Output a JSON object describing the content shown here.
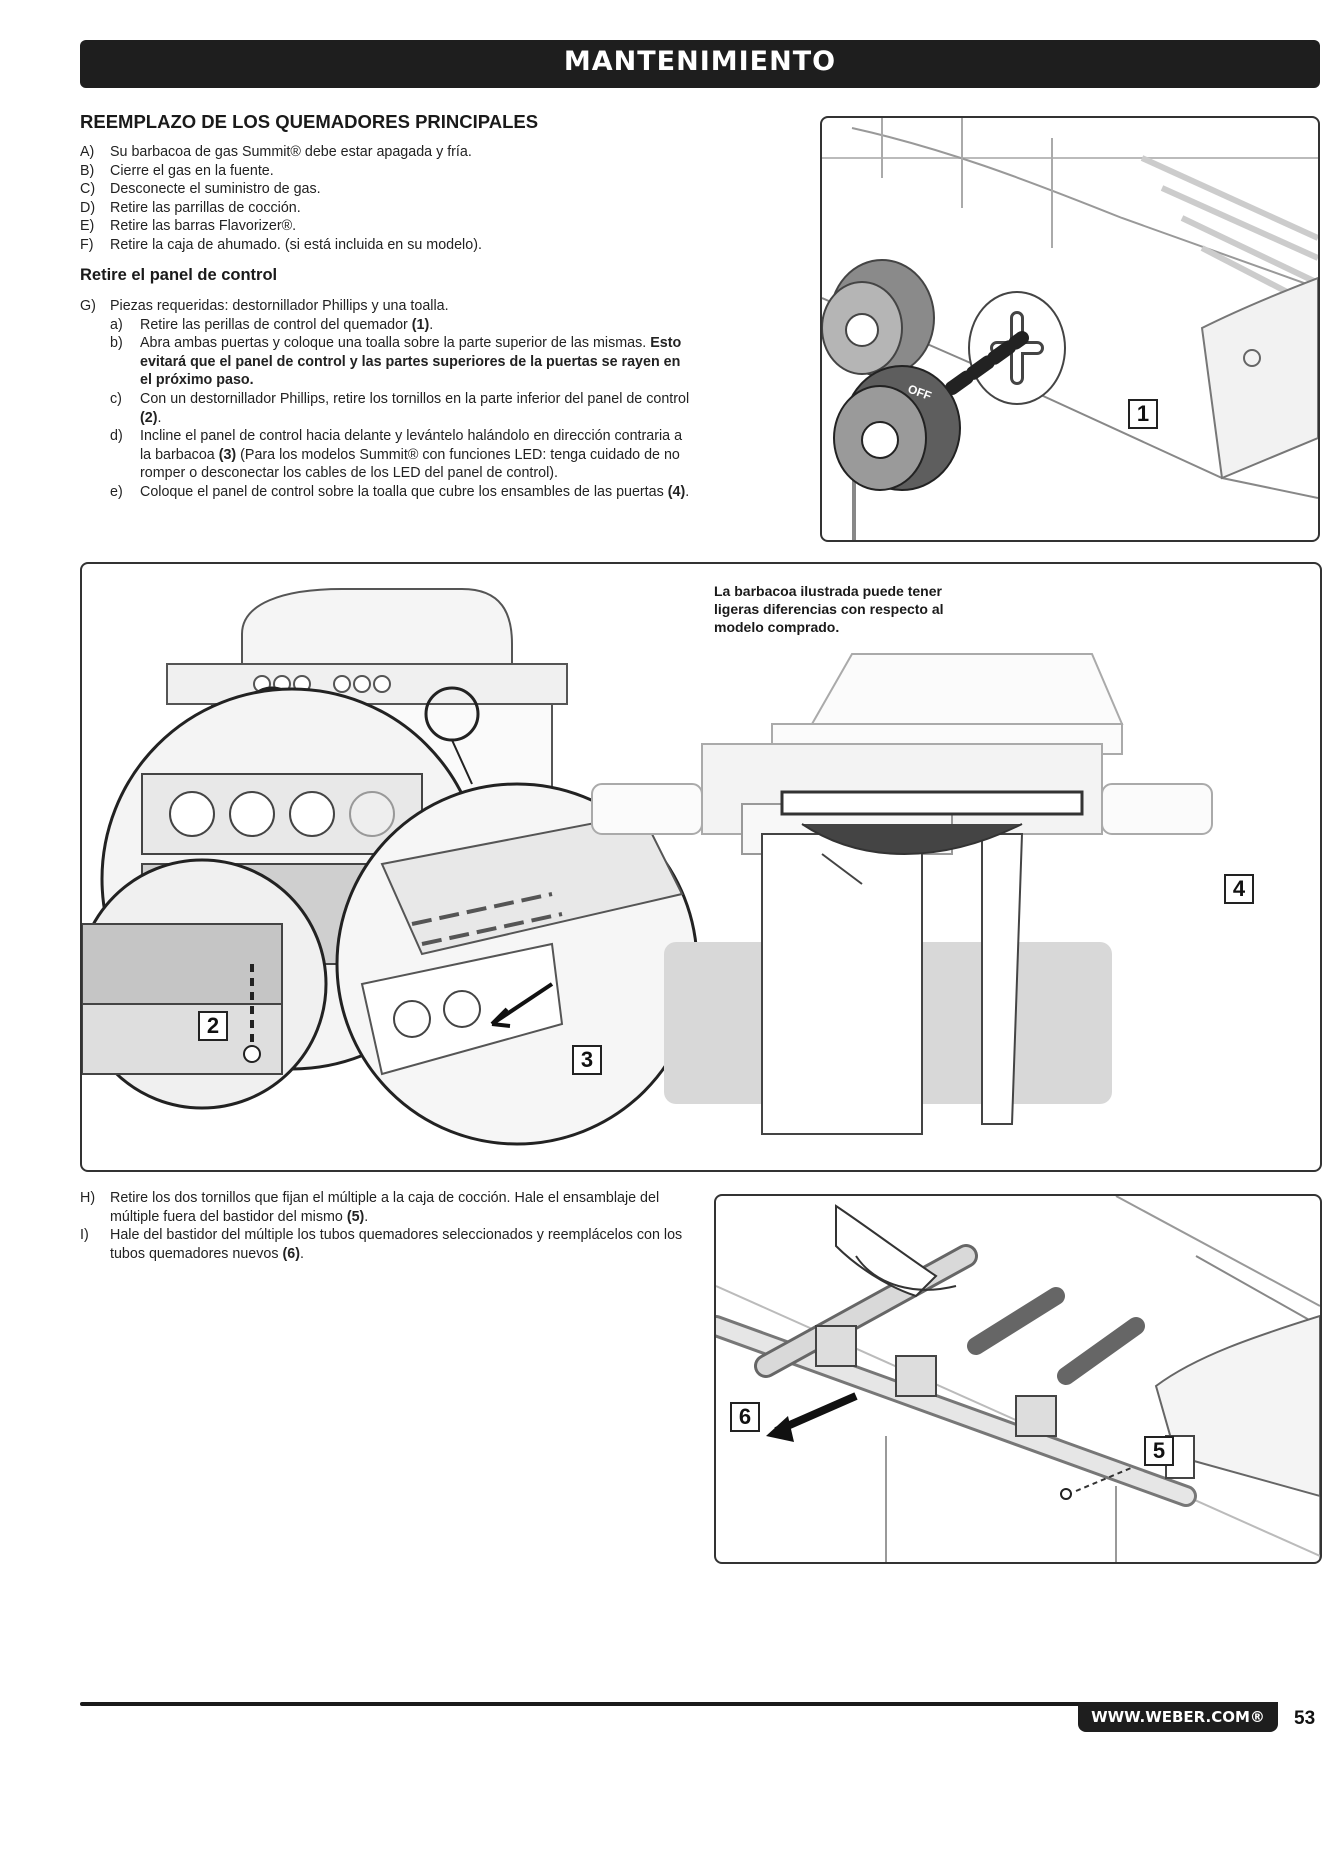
{
  "header": {
    "title": "MANTENIMIENTO"
  },
  "section": {
    "title": "REEMPLAZO DE LOS QUEMADORES PRINCIPALES",
    "steps": [
      {
        "marker": "A)",
        "text": "Su barbacoa de gas Summit® debe estar apagada y fría."
      },
      {
        "marker": "B)",
        "text": "Cierre el gas en la fuente."
      },
      {
        "marker": "C)",
        "text": "Desconecte el suministro de gas."
      },
      {
        "marker": "D)",
        "text": "Retire las parrillas de cocción."
      },
      {
        "marker": "E)",
        "text": "Retire las barras Flavorizer®."
      },
      {
        "marker": "F)",
        "text": "Retire la caja de ahumado. (si está incluida en su modelo)."
      }
    ]
  },
  "control_panel": {
    "title": "Retire el panel de control",
    "g_marker": "G)",
    "g_text": "Piezas requeridas: destornillador Phillips y una toalla.",
    "a_marker": "a)",
    "a_text": "Retire las perillas de control del quemador",
    "a_ref": "(1)",
    "a_end": ".",
    "b_marker": "b)",
    "b_text": "Abra ambas puertas y coloque una toalla sobre la parte superior de las mismas.",
    "b_bold": "Esto evitará que el panel de control y las partes superiores de la puertas se rayen en el próximo paso.",
    "c_marker": "c)",
    "c_text": "Con un destornillador Phillips, retire los tornillos en la parte inferior del panel de control",
    "c_ref": "(2)",
    "c_end": ".",
    "d_marker": "d)",
    "d_text": "Incline el panel de control hacia delante y levántelo halándolo en dirección contraria a la barbacoa",
    "d_ref": "(3)",
    "d_text2": "(Para los modelos Summit® con funciones LED: tenga cuidado de no romper o desconectar los cables de los LED del panel de control).",
    "e_marker": "e)",
    "e_text": "Coloque el panel de control sobre la toalla que cubre los ensambles de las puertas",
    "e_ref": "(4)",
    "e_end": "."
  },
  "manifold": {
    "h_marker": "H)",
    "h_text": "Retire los dos tornillos que fijan el múltiple a la caja de cocción. Hale el ensamblaje del múltiple fuera del bastidor del mismo",
    "h_ref": "(5)",
    "h_end": ".",
    "i_marker": "I)",
    "i_text": "Hale del bastidor del múltiple los tubos quemadores seleccionados y reemplácelos con los tubos quemadores nuevos",
    "i_ref": "(6)",
    "i_end": "."
  },
  "figures": {
    "note": "La barbacoa ilustrada puede tener ligeras diferencias con respecto al modelo comprado.",
    "callouts": [
      "1",
      "2",
      "3",
      "4",
      "5",
      "6"
    ],
    "knob_label": "OFF"
  },
  "footer": {
    "website": "WWW.WEBER.COM®",
    "page_number": "53"
  }
}
